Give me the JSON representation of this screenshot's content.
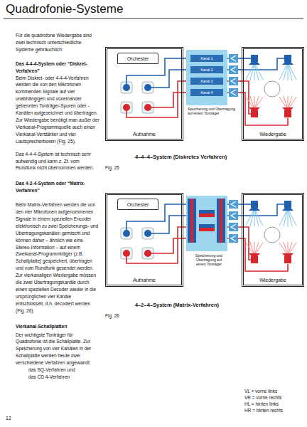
{
  "diagram": {
    "title": "Quadrofonie-Systeme",
    "nodes": [
      {
        "text": [
          "Aufnahme"
        ]
      },
      {
        "text": [
          "Orchester"
        ],
        "in": 0
      },
      {
        "text": [
          "Kanal 1"
        ]
      },
      {
        "text": [
          "Kanal 2"
        ]
      },
      {
        "text": [
          "Kanal 3"
        ]
      },
      {
        "text": [
          "Kanal 4"
        ]
      },
      {
        "text": [
          "Wiedergabe"
        ]
      },
      {
        "text": [
          "Aufnahme"
        ]
      },
      {
        "text": [
          "Orchester"
        ],
        "in": 7
      },
      {
        "text": [
          "Wiedergabe"
        ]
      }
    ],
    "edges": [
      {
        "from": 0,
        "to": 2,
        "arrow": "none"
      },
      {
        "from": 0,
        "to": 3,
        "arrow": "none"
      },
      {
        "from": 0,
        "to": 4,
        "arrow": "none"
      },
      {
        "from": 0,
        "to": 5,
        "arrow": "none"
      },
      {
        "from": 2,
        "to": 6,
        "arrow": "none"
      },
      {
        "from": 3,
        "to": 6,
        "arrow": "none"
      },
      {
        "from": 4,
        "to": 6,
        "arrow": "none"
      },
      {
        "from": 5,
        "to": 6,
        "arrow": "none"
      }
    ],
    "labels": [
      "Für die quadrofone Wiedergabe sind zwei technisch unterschiedliche Systeme gebräuchlich:",
      "Das 4-4-4-System oder “Diskret-Verfahren”",
      "Beim Diskret- oder 4-4-4-Verfahren werden die von den Mikrofonen kommenden Signale auf vier unabhängigen und voneinander getrennten Tonträger-Spuren oder -Kanälen aufgezeichnet und übertragen. Zur Wiedergabe benötigt man außer der Vierkanal-Programmquelle auch einen Vierkanal-Verstärker und vier Lautsprecherboxen (Fig. 25).",
      "Das 4-4-4-System ist technisch sehr aufwendig und kann z. Zt. vom Rundfunk nicht übernommen werden.",
      "Das 4-2-4-System oder “Matrix-Verfahren”",
      "Beim Matrix-Verfahren werden die von den vier Mikrofonen aufgenommenen Signale in einem speziellen Encoder elektronisch zu zwei Speicherungs- und Übertragungskanälen gemischt und können daher – ähnlich wie eine Stereo-Information – auf einem Zweikanal-Programmträger (z.B. Schallplatte) gespeichert, übertragen und vom Rundfunk gesendet werden. Zur vierkanaligen Wiedergabe müssen die zwei Übertragungskanäle durch einen speziellen Decoder wieder in die ursprünglichen vier Kanäle entschlüsselt, d.h. decodiert werden (Fig. 26).",
      "Vierkanal-Schallplatten",
      "Der wichtigste Tonträger für Quadrofonie ist die Schallplatte. Zur Speicherung von vier Kanälen in der Schallplatte werden heute zwei verschiedene Verfahren angewandt:",
      "das SQ-Verfahren und",
      "das CD 4-Verfahren",
      "Speicherung und Übertragung auf einem Tonträger",
      "4–4–4–System (Diskretes Verfahren)",
      "Fig. 25",
      "Speicherung und Übertragung auf einem Tonträger",
      "4–2–4–System (Matrix-Verfahren)",
      "Fig. 26",
      "VL = vorne links",
      "VR = vorne rechts",
      "HL = hinten links",
      "HR = hinten rechts",
      "12"
    ]
  }
}
